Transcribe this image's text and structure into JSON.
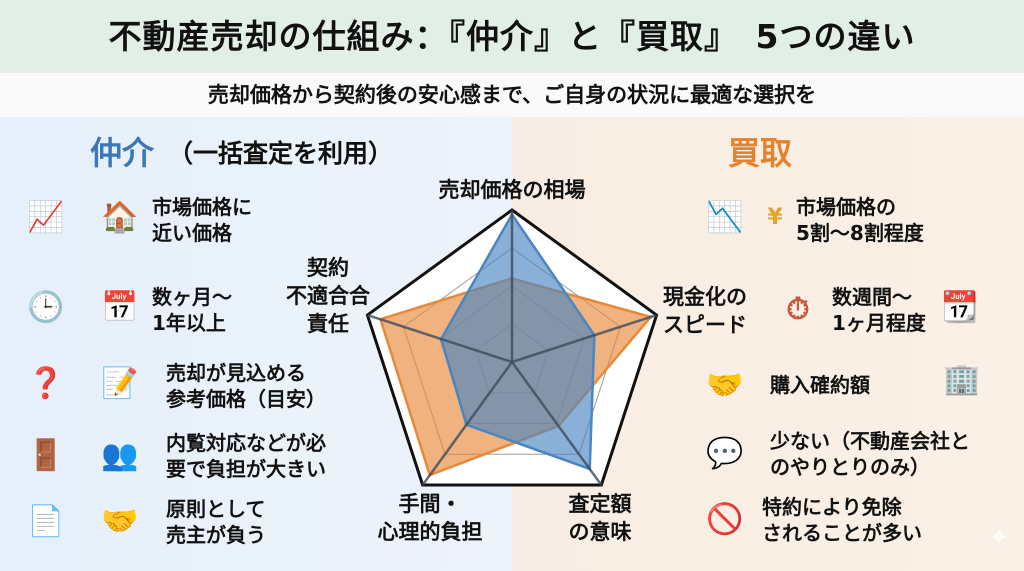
{
  "header": {
    "title": "不動産売却の仕組み：『仲介』と『買取』　5つの違い",
    "subtitle": "売却価格から契約後の安心感まで、ご自身の状況に最適な選択を"
  },
  "left": {
    "title": "仲介",
    "title_note": "（一括査定を利用）",
    "items": [
      {
        "line1": "市場価格に",
        "line2": "近い価格"
      },
      {
        "line1": "数ヶ月〜",
        "line2": "1年以上"
      },
      {
        "line1": "売却が見込める",
        "line2": "参考価格（目安）"
      },
      {
        "line1": "内覧対応などが必",
        "line2": "要で負担が大きい"
      },
      {
        "line1": "原則として",
        "line2": "売主が負う"
      }
    ]
  },
  "right": {
    "title": "買取",
    "items": [
      {
        "line1": "市場価格の",
        "line2": "5割〜8割程度"
      },
      {
        "line1": "数週間〜",
        "line2": "1ヶ月程度"
      },
      {
        "line1": "購入確約額",
        "line2": ""
      },
      {
        "line1": "少ない（不動産会社と",
        "line2": "のやりとりのみ）"
      },
      {
        "line1": "特約により免除",
        "line2": "されることが多い"
      }
    ]
  },
  "chart_data": {
    "type": "radar",
    "axes": [
      {
        "l1": "売却価格の相場",
        "l2": "",
        "l3": ""
      },
      {
        "l1": "現金化の",
        "l2": "スピード",
        "l3": ""
      },
      {
        "l1": "査定額",
        "l2": "の意味",
        "l3": ""
      },
      {
        "l1": "手間・",
        "l2": "心理的負担",
        "l3": ""
      },
      {
        "l1": "契約",
        "l2": "不適合合",
        "l3": "責任"
      }
    ],
    "range": [
      0,
      10
    ],
    "rings": 4,
    "series": [
      {
        "name": "買取",
        "color": "#e8893a",
        "values": [
          5.5,
          9.6,
          5.2,
          9.2,
          9.1
        ]
      },
      {
        "name": "仲介",
        "color": "#4a86c2",
        "values": [
          9.7,
          5.7,
          8.7,
          5.1,
          4.9
        ]
      }
    ]
  },
  "colors": {
    "blue": "#3b78b6",
    "orange": "#e5832b"
  }
}
